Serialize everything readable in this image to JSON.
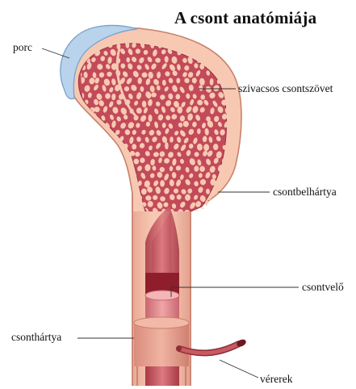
{
  "title": "A csont anatómiája",
  "labels": {
    "porc": "porc",
    "spongy": "szivacsos csontszövet",
    "endosteum": "csontbelhártya",
    "marrow": "csontvelő",
    "periosteum": "csonthártya",
    "vessels": "vérerek"
  },
  "colors": {
    "bone_outer": "#f7c9b2",
    "bone_outline": "#c9806a",
    "spongy_bg": "#c24a5a",
    "spongy_pore": "#f7c9b2",
    "cartilage": "#b9d3ec",
    "cartilage_edge": "#7ea4cc",
    "canal": "#c85a62",
    "marrow_dark": "#8e1e2c",
    "periosteum_band": "#e4a08f",
    "vessel": "#b8484e"
  }
}
